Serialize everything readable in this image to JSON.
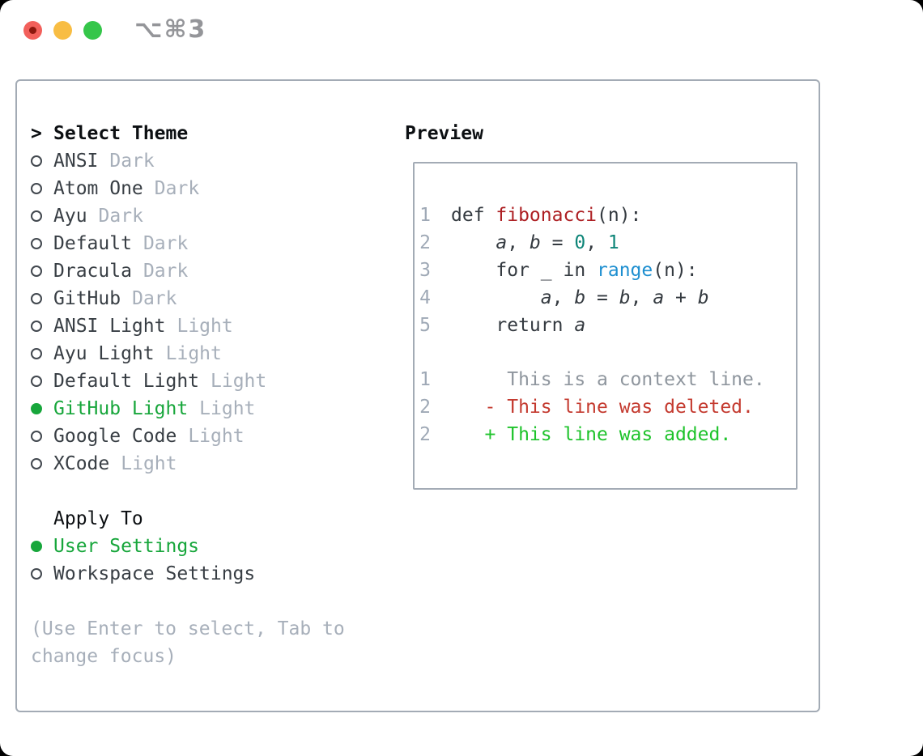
{
  "window": {
    "title": "⌥⌘3"
  },
  "colors": {
    "selected_green": "#17A63B",
    "added_green": "#1EC32B",
    "deleted_red": "#C43A2F",
    "function_red": "#AD1F23",
    "number_teal": "#0E8578",
    "builtin_blue": "#1E8FD0",
    "panel_border_gray": "#A3ABB5",
    "modifier_gray": "#A7AFBA",
    "traffic_red": "#F2605B",
    "traffic_yellow": "#F8BD43",
    "traffic_green": "#35C64A"
  },
  "theme_panel": {
    "prompt": ">",
    "title": "Select Theme",
    "items": [
      {
        "name": "ANSI",
        "modifier": "Dark",
        "selected": false
      },
      {
        "name": "Atom One",
        "modifier": "Dark",
        "selected": false
      },
      {
        "name": "Ayu",
        "modifier": "Dark",
        "selected": false
      },
      {
        "name": "Default",
        "modifier": "Dark",
        "selected": false
      },
      {
        "name": "Dracula",
        "modifier": "Dark",
        "selected": false
      },
      {
        "name": "GitHub",
        "modifier": "Dark",
        "selected": false
      },
      {
        "name": "ANSI Light",
        "modifier": "Light",
        "selected": false
      },
      {
        "name": "Ayu Light",
        "modifier": "Light",
        "selected": false
      },
      {
        "name": "Default Light",
        "modifier": "Light",
        "selected": false
      },
      {
        "name": "GitHub Light",
        "modifier": "Light",
        "selected": true
      },
      {
        "name": "Google Code",
        "modifier": "Light",
        "selected": false
      },
      {
        "name": "XCode",
        "modifier": "Light",
        "selected": false
      }
    ],
    "apply_to": {
      "label": "Apply To",
      "options": [
        {
          "label": "User Settings",
          "selected": true
        },
        {
          "label": "Workspace Settings",
          "selected": false
        }
      ]
    },
    "hint": "(Use Enter to select, Tab to change focus)"
  },
  "preview": {
    "label": "Preview",
    "code_lines": [
      {
        "num": "1",
        "tokens": [
          {
            "t": "def ",
            "c": "keyword"
          },
          {
            "t": "fibonacci",
            "c": "function"
          },
          {
            "t": "(n):",
            "c": "plain"
          }
        ]
      },
      {
        "num": "2",
        "tokens": [
          {
            "t": "    ",
            "c": "plain"
          },
          {
            "t": "a",
            "c": "variable"
          },
          {
            "t": ", ",
            "c": "plain"
          },
          {
            "t": "b",
            "c": "variable"
          },
          {
            "t": " = ",
            "c": "plain"
          },
          {
            "t": "0",
            "c": "number"
          },
          {
            "t": ", ",
            "c": "plain"
          },
          {
            "t": "1",
            "c": "number"
          }
        ]
      },
      {
        "num": "3",
        "tokens": [
          {
            "t": "    for _ in ",
            "c": "plain"
          },
          {
            "t": "range",
            "c": "builtin"
          },
          {
            "t": "(n):",
            "c": "plain"
          }
        ]
      },
      {
        "num": "4",
        "tokens": [
          {
            "t": "        ",
            "c": "plain"
          },
          {
            "t": "a",
            "c": "variable"
          },
          {
            "t": ", ",
            "c": "plain"
          },
          {
            "t": "b",
            "c": "variable"
          },
          {
            "t": " = ",
            "c": "plain"
          },
          {
            "t": "b",
            "c": "variable"
          },
          {
            "t": ", ",
            "c": "plain"
          },
          {
            "t": "a",
            "c": "variable"
          },
          {
            "t": " + ",
            "c": "plain"
          },
          {
            "t": "b",
            "c": "variable"
          }
        ]
      },
      {
        "num": "5",
        "tokens": [
          {
            "t": "    return ",
            "c": "plain"
          },
          {
            "t": "a",
            "c": "variable"
          }
        ]
      }
    ],
    "diff_lines": [
      {
        "num": "1",
        "text": "     This is a context line.",
        "type": "context"
      },
      {
        "num": "2",
        "text": "   - This line was deleted.",
        "type": "deleted"
      },
      {
        "num": "2",
        "text": "   + This line was added.",
        "type": "added"
      }
    ]
  }
}
